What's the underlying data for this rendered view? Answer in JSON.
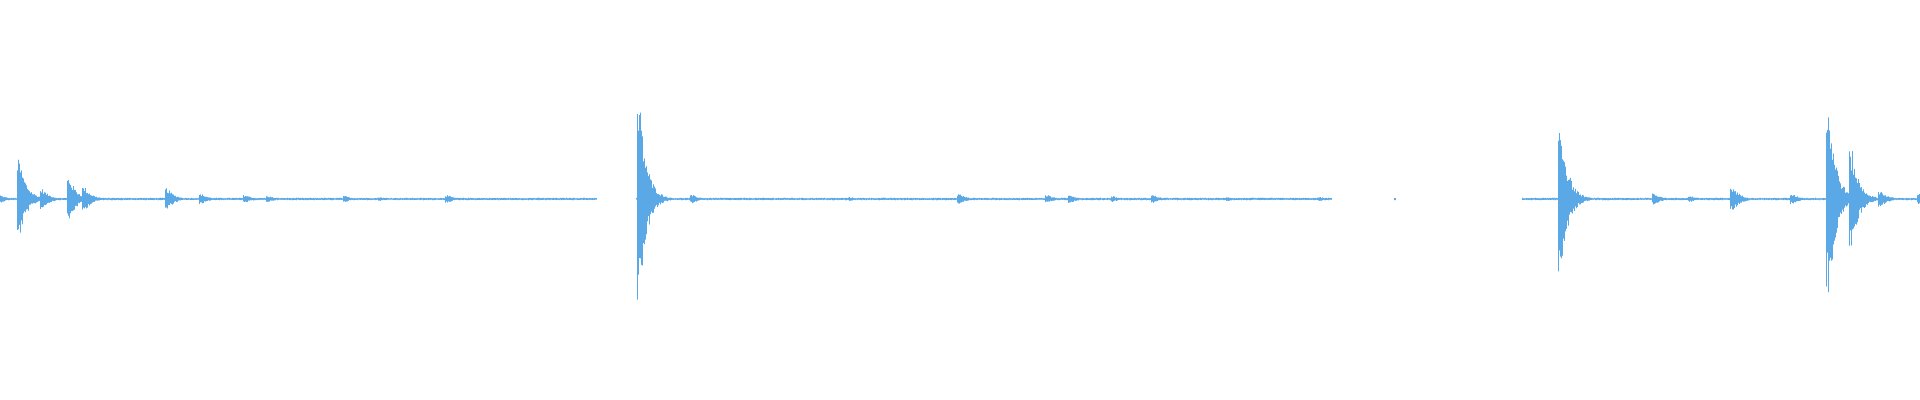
{
  "waveform": {
    "color": "#5aa8e6",
    "sample_color": "#5aa8e6",
    "gaps": [
      "silence"
    ],
    "peaks": [
      {
        "t": 0.0,
        "a": 0.04
      },
      {
        "t": 0.01,
        "a": 0.39
      },
      {
        "t": 0.022,
        "a": 0.1
      },
      {
        "t": 0.036,
        "a": 0.22
      },
      {
        "t": 0.044,
        "a": 0.12
      },
      {
        "t": 0.087,
        "a": 0.11
      },
      {
        "t": 0.105,
        "a": 0.05
      },
      {
        "t": 0.128,
        "a": 0.04
      },
      {
        "t": 0.14,
        "a": 0.03
      },
      {
        "t": 0.18,
        "a": 0.03
      },
      {
        "t": 0.198,
        "a": 0.02
      },
      {
        "t": 0.233,
        "a": 0.04
      },
      {
        "t": 0.333,
        "a": 1.0
      },
      {
        "t": 0.361,
        "a": 0.04
      },
      {
        "t": 0.443,
        "a": 0.02
      },
      {
        "t": 0.5,
        "a": 0.05
      },
      {
        "t": 0.546,
        "a": 0.04
      },
      {
        "t": 0.558,
        "a": 0.04
      },
      {
        "t": 0.58,
        "a": 0.03
      },
      {
        "t": 0.601,
        "a": 0.04
      },
      {
        "t": 0.64,
        "a": 0.02
      },
      {
        "t": 0.688,
        "a": 0.02
      },
      {
        "t": 0.727,
        "a": 0.01
      },
      {
        "t": 0.795,
        "a": 0.01
      },
      {
        "t": 0.813,
        "a": 0.8
      },
      {
        "t": 0.862,
        "a": 0.06
      },
      {
        "t": 0.881,
        "a": 0.03
      },
      {
        "t": 0.903,
        "a": 0.12
      },
      {
        "t": 0.934,
        "a": 0.05
      },
      {
        "t": 0.953,
        "a": 0.93
      },
      {
        "t": 0.965,
        "a": 0.48
      },
      {
        "t": 0.98,
        "a": 0.08
      },
      {
        "t": 1.0,
        "a": 0.05
      }
    ],
    "segments": [
      {
        "start": 0.0,
        "end": 0.311
      },
      {
        "start": 0.331,
        "end": 0.694
      },
      {
        "start": 0.726,
        "end": 0.727
      },
      {
        "start": 0.793,
        "end": 1.0
      }
    ]
  }
}
